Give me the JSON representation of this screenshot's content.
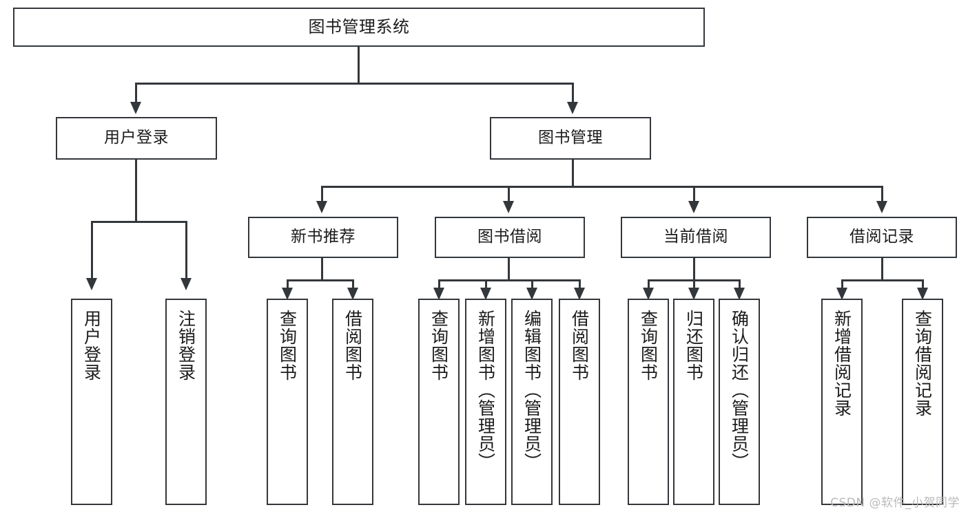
{
  "diagram": {
    "type": "tree-hierarchy",
    "title": "图书管理系统",
    "watermark": "CSDN @软件_小贺同学",
    "colors": {
      "box_border": "#33373b",
      "box_fill": "#ffffff",
      "connector": "#33373b",
      "text": "#1b1b1b",
      "watermark": "#b9b9b9",
      "background": "#ffffff"
    },
    "levels": {
      "root": {
        "label": "图书管理系统"
      },
      "level2": [
        {
          "label": "用户登录"
        },
        {
          "label": "图书管理"
        }
      ],
      "level3": [
        {
          "label": "新书推荐"
        },
        {
          "label": "图书借阅"
        },
        {
          "label": "当前借阅"
        },
        {
          "label": "借阅记录"
        }
      ],
      "leaves": {
        "user_login": [
          {
            "label": "用户登录"
          },
          {
            "label": "注销登录"
          }
        ],
        "new_book_recommend": [
          {
            "label": "查询图书"
          },
          {
            "label": "借阅图书"
          }
        ],
        "book_borrow": [
          {
            "label": "查询图书"
          },
          {
            "label": "新增图书（管理员）"
          },
          {
            "label": "编辑图书（管理员）"
          },
          {
            "label": "借阅图书"
          }
        ],
        "current_borrow": [
          {
            "label": "查询图书"
          },
          {
            "label": "归还图书"
          },
          {
            "label": "确认归还（管理员）"
          }
        ],
        "borrow_record": [
          {
            "label": "新增借阅记录"
          },
          {
            "label": "查询借阅记录"
          }
        ]
      }
    }
  }
}
